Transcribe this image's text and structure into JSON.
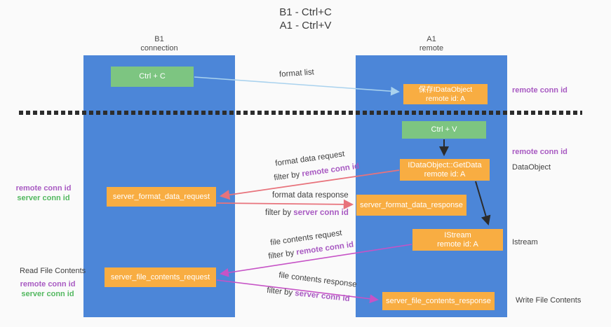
{
  "title": {
    "line1": "B1 - Ctrl+C",
    "line2": "A1 - Ctrl+V"
  },
  "lanes": {
    "left": {
      "name": "B1",
      "subtitle": "connection"
    },
    "right": {
      "name": "A1",
      "subtitle": "remote"
    }
  },
  "boxes": {
    "ctrl_c": "Ctrl + C",
    "ctrl_v": "Ctrl + V",
    "save_idataobject": {
      "line1": "保存IDataObject",
      "line2": "remote id: A"
    },
    "getdata": {
      "line1": "IDataObject::GetData",
      "line2": "remote id: A"
    },
    "istream": {
      "line1": "IStream",
      "line2": "remote id: A"
    },
    "format_request": "server_format_data_request",
    "format_response": "server_format_data_response",
    "file_request": "server_file_contents_request",
    "file_response": "server_file_contents_response"
  },
  "arrows": {
    "format_list": "format list",
    "format_data_request": "format data request",
    "format_data_response": "format data response",
    "file_contents_request": "file contents request",
    "file_contents_response": "file contents response",
    "filter_by": "filter by ",
    "remote_conn_id": "remote conn id",
    "server_conn_id": "server conn id"
  },
  "sides": {
    "remote_conn_id": "remote conn id",
    "server_conn_id": "server conn id",
    "data_object": "DataObject",
    "istream": "Istream",
    "read_file_contents": "Read File Contents",
    "write_file_contents": "Write File Contents"
  },
  "colors": {
    "lane_blue": "#4c86d8",
    "box_orange": "#f8ad42",
    "box_green": "#7dc581",
    "arrow_light_blue": "#a9d2ee",
    "arrow_red": "#e8737c",
    "arrow_magenta": "#c653c6",
    "arrow_black": "#2b2b2b",
    "label_purple": "#a85ac2",
    "label_green": "#53b860",
    "dash_line": "#2d2d2d",
    "background": "#fafafa"
  }
}
